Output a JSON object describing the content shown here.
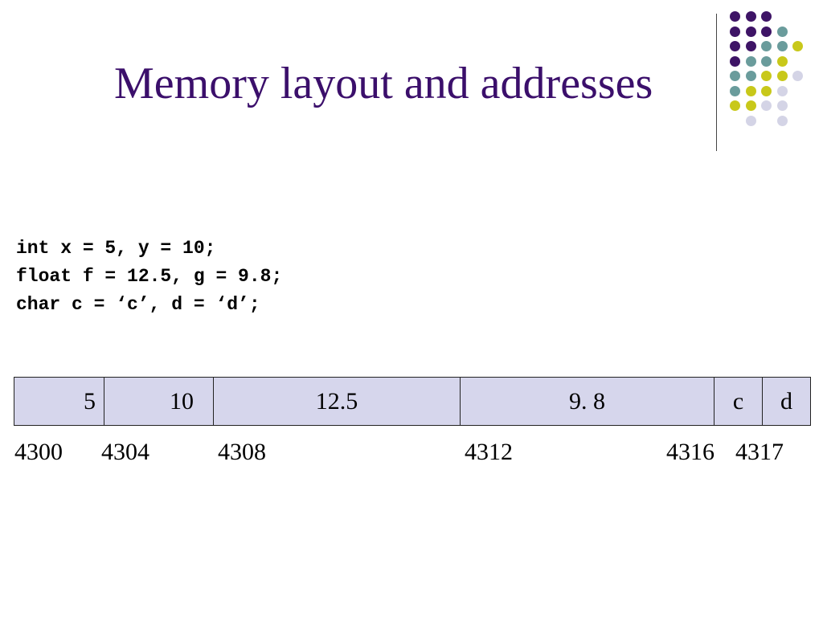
{
  "slide": {
    "title": "Memory layout and addresses",
    "code": [
      "int x = 5, y = 10;",
      "float f = 12.5, g = 9.8;",
      "char c = ‘c’, d = ‘d’;"
    ]
  },
  "memory": {
    "cells": [
      {
        "value": "5",
        "size": 4
      },
      {
        "value": "10",
        "size": 4
      },
      {
        "value": "12.5",
        "size": 4
      },
      {
        "value": "9. 8",
        "size": 4
      },
      {
        "value": "c",
        "size": 1
      },
      {
        "value": "d",
        "size": 1
      }
    ],
    "addresses": [
      "4300",
      "4304",
      "4308",
      "4312",
      "4316",
      "4317"
    ],
    "cell_color": "#d6d6ec"
  },
  "colors": {
    "title": "#3b0f6b",
    "dot_purple": "#3e1466",
    "dot_teal": "#6a9c9c",
    "dot_yellow": "#c8c81a",
    "dot_lavender": "#d4d4e6"
  },
  "decoration": {
    "icon": "dot-grid-icon",
    "rows": [
      [
        "purple",
        "purple",
        "purple",
        "none",
        "none"
      ],
      [
        "purple",
        "purple",
        "purple",
        "teal",
        "none"
      ],
      [
        "purple",
        "purple",
        "teal",
        "teal",
        "yellow"
      ],
      [
        "purple",
        "teal",
        "teal",
        "yellow",
        "none"
      ],
      [
        "teal",
        "teal",
        "yellow",
        "yellow",
        "lavender"
      ],
      [
        "teal",
        "yellow",
        "yellow",
        "lavender",
        "none"
      ],
      [
        "yellow",
        "yellow",
        "lavender",
        "lavender",
        "none"
      ],
      [
        "none",
        "lavender",
        "none",
        "lavender",
        "none"
      ]
    ]
  }
}
